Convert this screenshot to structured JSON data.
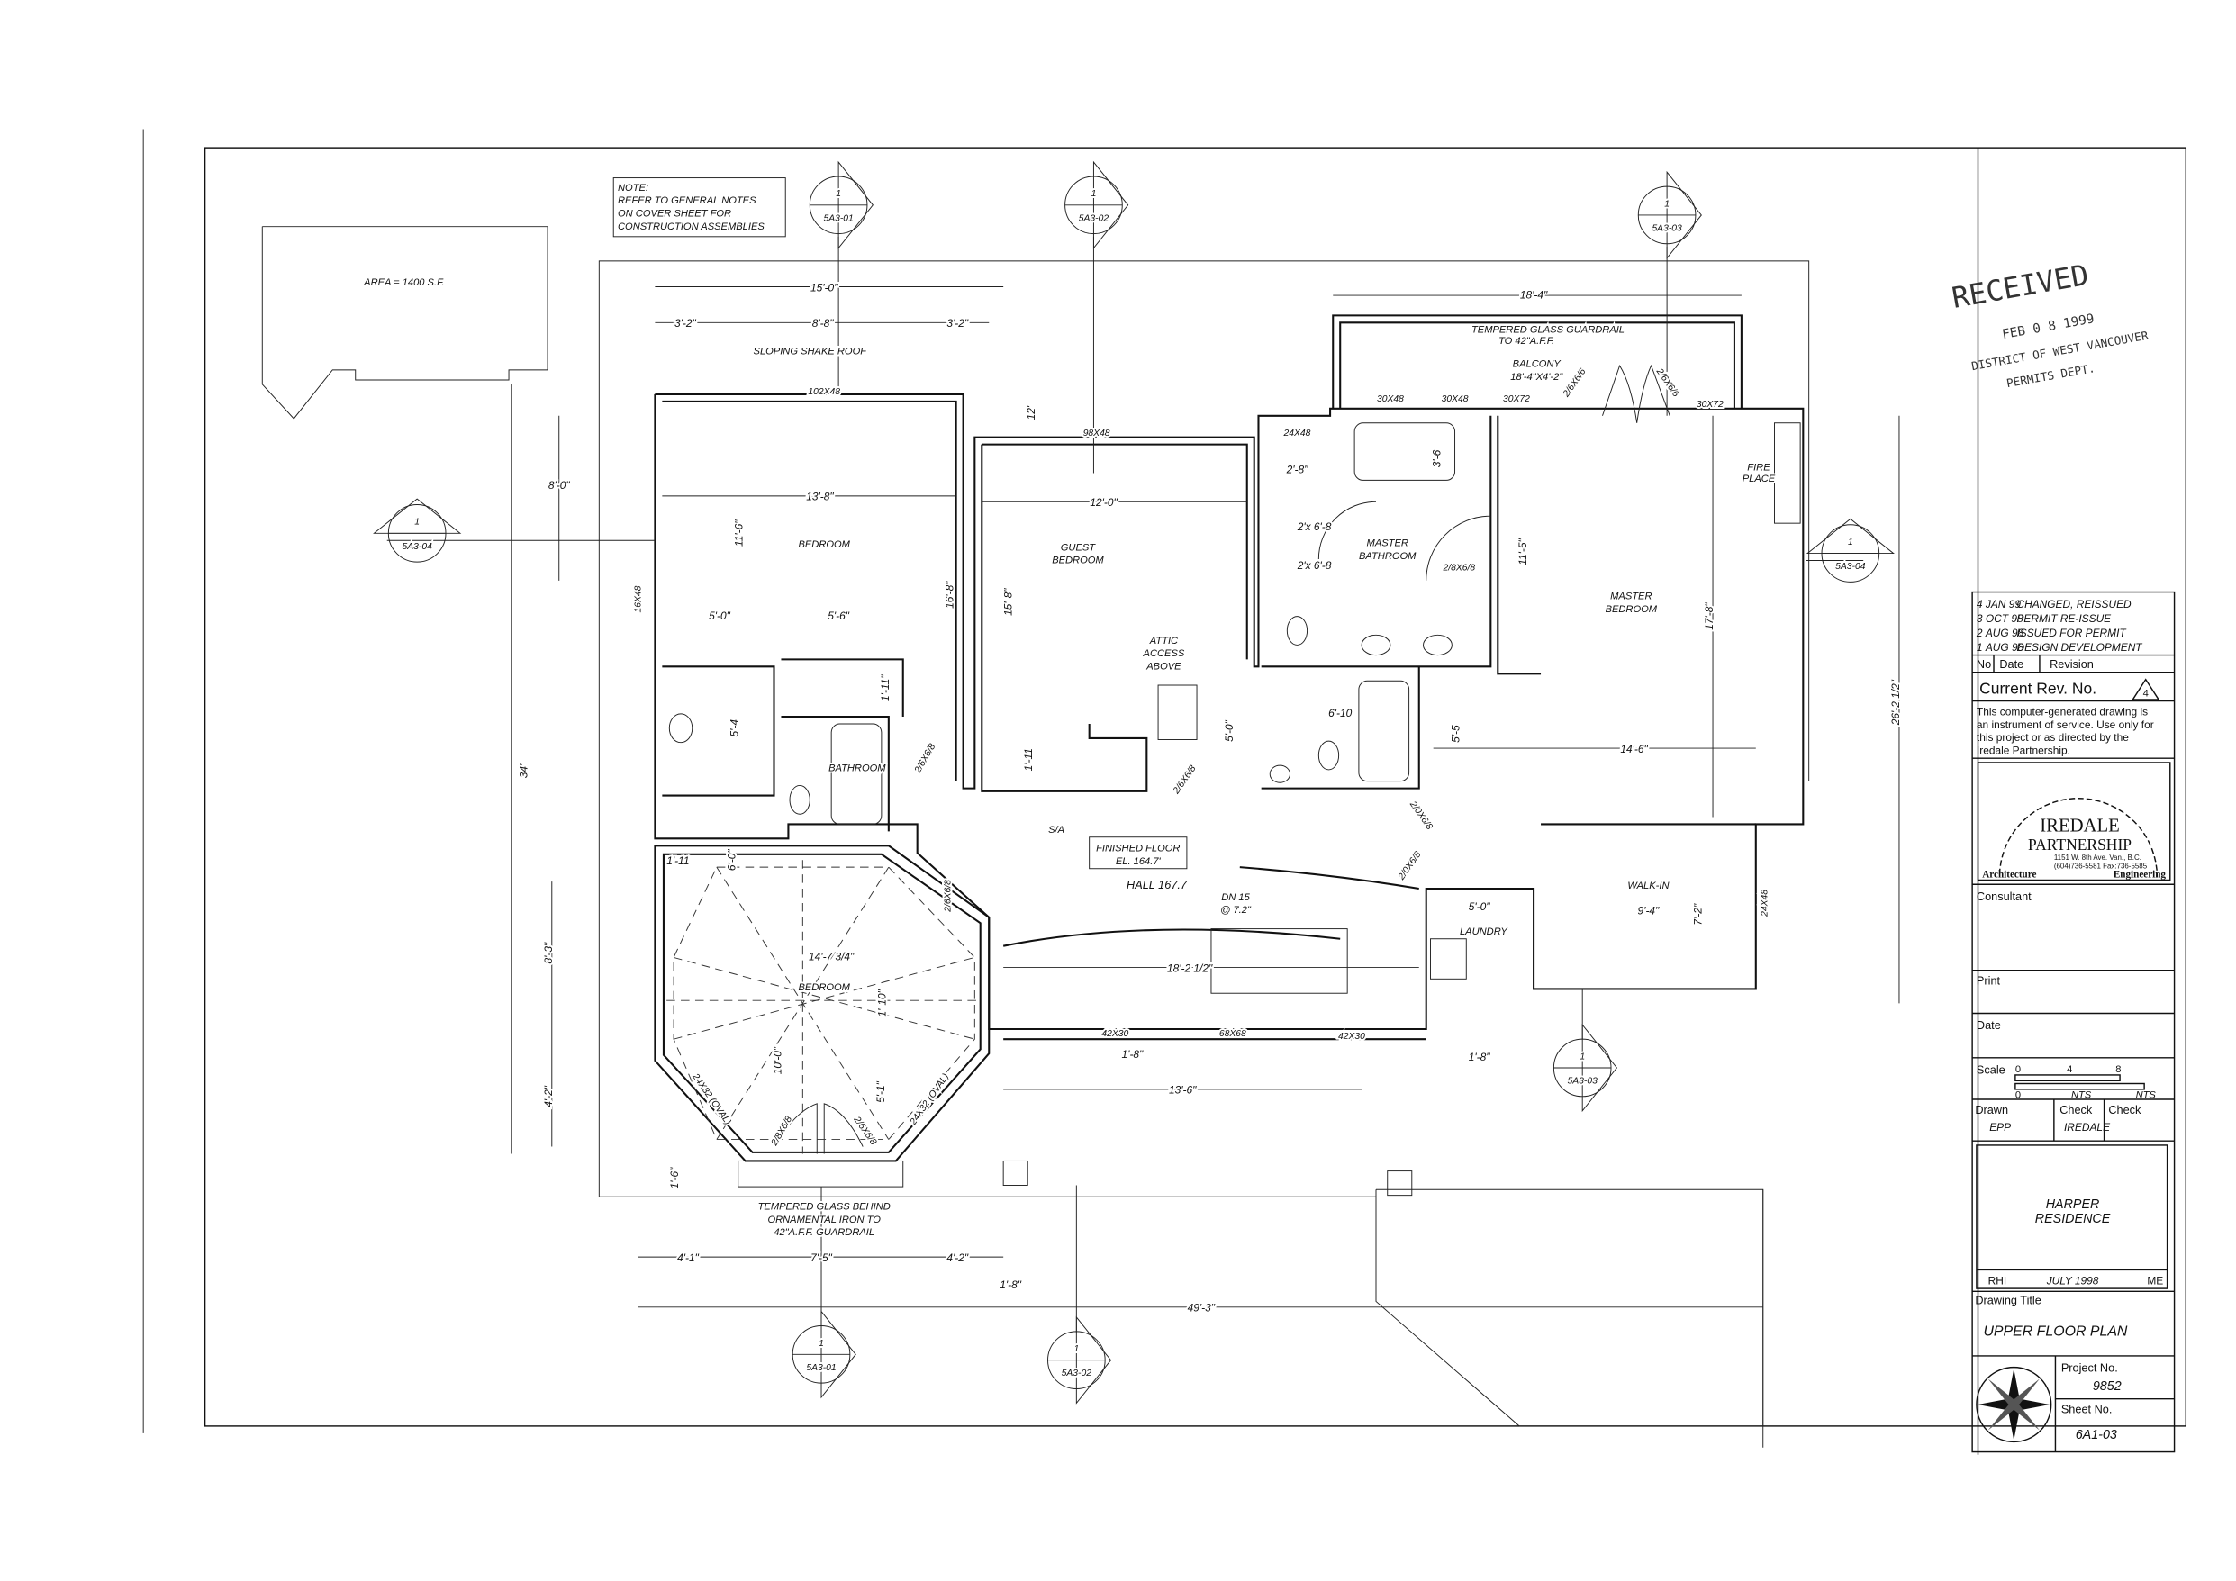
{
  "stamp": {
    "title": "RECEIVED",
    "date": "FEB 0 8 1999",
    "district": "DISTRICT OF WEST VANCOUVER",
    "dept": "PERMITS DEPT."
  },
  "note": {
    "lines": [
      "NOTE:",
      "REFER TO GENERAL NOTES",
      "ON COVER SHEET FOR",
      "CONSTRUCTION ASSEMBLIES"
    ]
  },
  "area": "AREA = 1400 S.F.",
  "finished_floor": {
    "line1": "FINISHED FLOOR",
    "line2": "EL. 164.7'",
    "hall": "HALL 167.7"
  },
  "rooms": [
    "BEDROOM",
    "GUEST",
    "BEDROOM",
    "ATTIC",
    "ACCESS",
    "ABOVE",
    "MASTER",
    "BATHROOM",
    "MASTER",
    "BEDROOM",
    "FIRE",
    "PLACE",
    "BATHROOM",
    "BEDROOM",
    "LAUNDRY",
    "WALK-IN",
    "BALCONY",
    "18'-4\"X4'-2\"",
    "TEMPERED GLASS GUARDRAIL",
    "TO 42\"A.F.F.",
    "SLOPING SHAKE ROOF",
    "TEMPERED GLASS BEHIND",
    "ORNAMENTAL IRON TO",
    "42\"A.F.F. GUARDRAIL",
    "DN 15",
    "@ 7.2\"",
    "S/A"
  ],
  "dims": [
    "15'-0\"",
    "3'-2\"",
    "8'-8\"",
    "3'-2\"",
    "12'",
    "8'-0\"",
    "13'-8\"",
    "12'-0\"",
    "11'-6\"",
    "16'-8\"",
    "15'-8\"",
    "34'",
    "5'-0\"",
    "5'-6\"",
    "1'-11\"",
    "5'-4",
    "1'-11",
    "5'-0\"",
    "6'-10",
    "5'-5",
    "14'-6\"",
    "11'-5\"",
    "17'-8\"",
    "26'-2 1/2\"",
    "18'-4\"",
    "3'-6",
    "1'-11",
    "6'-0\"",
    "8'-3\"",
    "14'-7 3/4\"",
    "18'-2 1/2\"",
    "1'-10\"",
    "10'-0\"",
    "5'-1\"",
    "4'-2\"",
    "1'-8\"",
    "13'-6\"",
    "1'-8\"",
    "5'-0\"",
    "9'-4\"",
    "7'-2\"",
    "1'-6\"",
    "4'-1\"",
    "7'-5\"",
    "4'-2\"",
    "1'-8\"",
    "49'-3\"",
    "2'-8\"",
    "2'x 6'-8",
    "2'x 6'-8"
  ],
  "openings": [
    "102X48",
    "98X48",
    "24X48",
    "30X48",
    "30X48",
    "30X72",
    "2/6X6/6",
    "2/6X6/6",
    "30X72",
    "16X48",
    "2/6X6/8",
    "2/6X6/8",
    "2/6X6/8",
    "2/0X6/8",
    "2/0X6/8",
    "2/8X6/8",
    "42X30",
    "68X68",
    "42X30",
    "24X32 (OVAL)",
    "24X32 (OVAL)",
    "2/8X6/8",
    "2/6X6/8",
    "24X48"
  ],
  "sections": [
    {
      "num": "1",
      "ref": "5A3-01"
    },
    {
      "num": "1",
      "ref": "5A3-02"
    },
    {
      "num": "1",
      "ref": "5A3-03"
    },
    {
      "num": "1",
      "ref": "5A3-04"
    },
    {
      "num": "1",
      "ref": "5A3-04"
    },
    {
      "num": "1",
      "ref": "5A3-03"
    },
    {
      "num": "1",
      "ref": "5A3-01"
    },
    {
      "num": "1",
      "ref": "5A3-02"
    }
  ],
  "title_block": {
    "revisions": [
      {
        "no": "4",
        "date": "JAN 99",
        "desc": "CHANGED, REISSUED"
      },
      {
        "no": "3",
        "date": "OCT 98",
        "desc": "PERMIT RE-ISSUE"
      },
      {
        "no": "2",
        "date": "AUG 98",
        "desc": "ISSUED FOR PERMIT"
      },
      {
        "no": "1",
        "date": "AUG 98",
        "desc": "DESIGN DEVELOPMENT"
      }
    ],
    "rev_headers": {
      "no": "No",
      "date": "Date",
      "revision": "Revision"
    },
    "current_rev_label": "Current Rev. No.",
    "current_rev": "4",
    "disclaimer": [
      "This computer-generated drawing is",
      "an instrument of service. Use only for",
      "this project or as directed by the",
      "Iredale Partnership."
    ],
    "firm": {
      "name1": "IREDALE",
      "name2": "PARTNERSHIP",
      "address": "1151 W. 8th Ave. Van., B.C.",
      "phone": "(604)736-5581 Fax:736-5585",
      "left": "Architecture",
      "right": "Engineering"
    },
    "consultant_label": "Consultant",
    "print_label": "Print",
    "date_label": "Date",
    "scale": {
      "label": "Scale",
      "t0": "0",
      "t4": "4",
      "t8": "8",
      "b0": "0",
      "nts1": "NTS",
      "nts2": "NTS"
    },
    "drawn_label": "Drawn",
    "drawn": "EPP",
    "check_label": "Check",
    "check": "IREDALE",
    "check2_label": "Check",
    "project_name": [
      "HARPER",
      "RESIDENCE"
    ],
    "project_footer": {
      "left": "RHI",
      "date": "JULY 1998",
      "right": "ME"
    },
    "drawing_title_label": "Drawing Title",
    "drawing_title": "UPPER FLOOR PLAN",
    "project_no_label": "Project No.",
    "project_no": "9852",
    "sheet_no_label": "Sheet No.",
    "sheet_no": "6A1-03"
  }
}
